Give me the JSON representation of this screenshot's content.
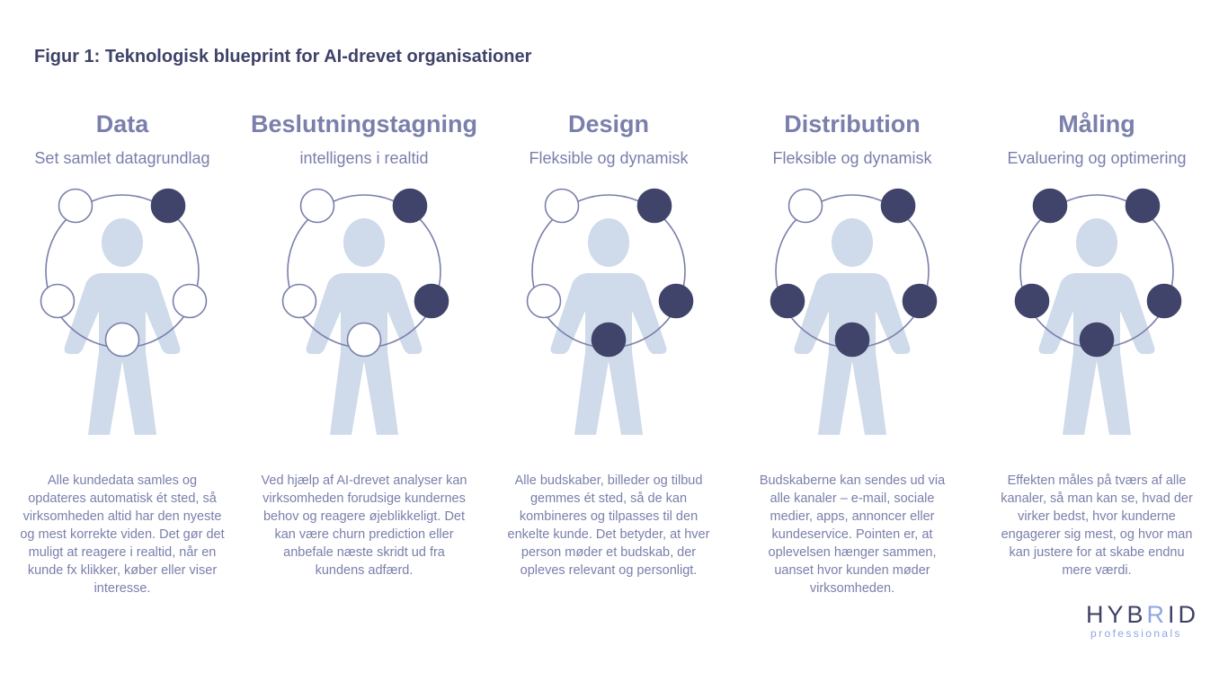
{
  "figure_title": "Figur 1: Teknologisk blueprint for AI-drevet organisationer",
  "colors": {
    "accent": "#7a7fab",
    "dark": "#41446a",
    "person": "#cfdaea"
  },
  "columns": [
    {
      "title": "Data",
      "subtitle": "Set samlet datagrundlag",
      "nodes": {
        "top_left": false,
        "top_right": true,
        "left": false,
        "right": false,
        "bottom": false
      },
      "description": "Alle kundedata samles og opdateres automatisk ét sted, så virksomheden altid har den nyeste og mest korrekte viden. Det gør det muligt at reagere i realtid, når en kunde fx klikker, køber eller viser interesse."
    },
    {
      "title": "Beslutningstagning",
      "subtitle": "intelligens i realtid",
      "nodes": {
        "top_left": false,
        "top_right": true,
        "left": false,
        "right": true,
        "bottom": false
      },
      "description": "Ved hjælp af AI-drevet analyser kan virksomheden forudsige kundernes behov og reagere øjeblikkeligt. Det kan være churn prediction eller anbefale næste skridt ud fra kundens adfærd."
    },
    {
      "title": "Design",
      "subtitle": "Fleksible og dynamisk",
      "nodes": {
        "top_left": false,
        "top_right": true,
        "left": false,
        "right": true,
        "bottom": true
      },
      "description": "Alle budskaber, billeder og tilbud gemmes ét sted, så de kan kombineres og tilpasses til den enkelte kunde. Det betyder, at hver person møder et budskab, der opleves relevant og personligt."
    },
    {
      "title": "Distribution",
      "subtitle": "Fleksible og dynamisk",
      "nodes": {
        "top_left": false,
        "top_right": true,
        "left": true,
        "right": true,
        "bottom": true
      },
      "description": "Budskaberne kan sendes ud via alle kanaler – e-mail, sociale medier, apps, annoncer eller kundeservice. Pointen er, at oplevelsen hænger sammen, uanset hvor kunden møder virksomheden."
    },
    {
      "title": "Måling",
      "subtitle": "Evaluering og optimering",
      "nodes": {
        "top_left": true,
        "top_right": true,
        "left": true,
        "right": true,
        "bottom": true
      },
      "description": "Effekten måles på tværs af alle kanaler, så man kan se, hvad der virker bedst, hvor kunderne engagerer sig mest, og hvor man kan justere for at skabe endnu mere værdi."
    }
  ],
  "logo": {
    "text": "HYBRID",
    "tagline": "professionals"
  }
}
